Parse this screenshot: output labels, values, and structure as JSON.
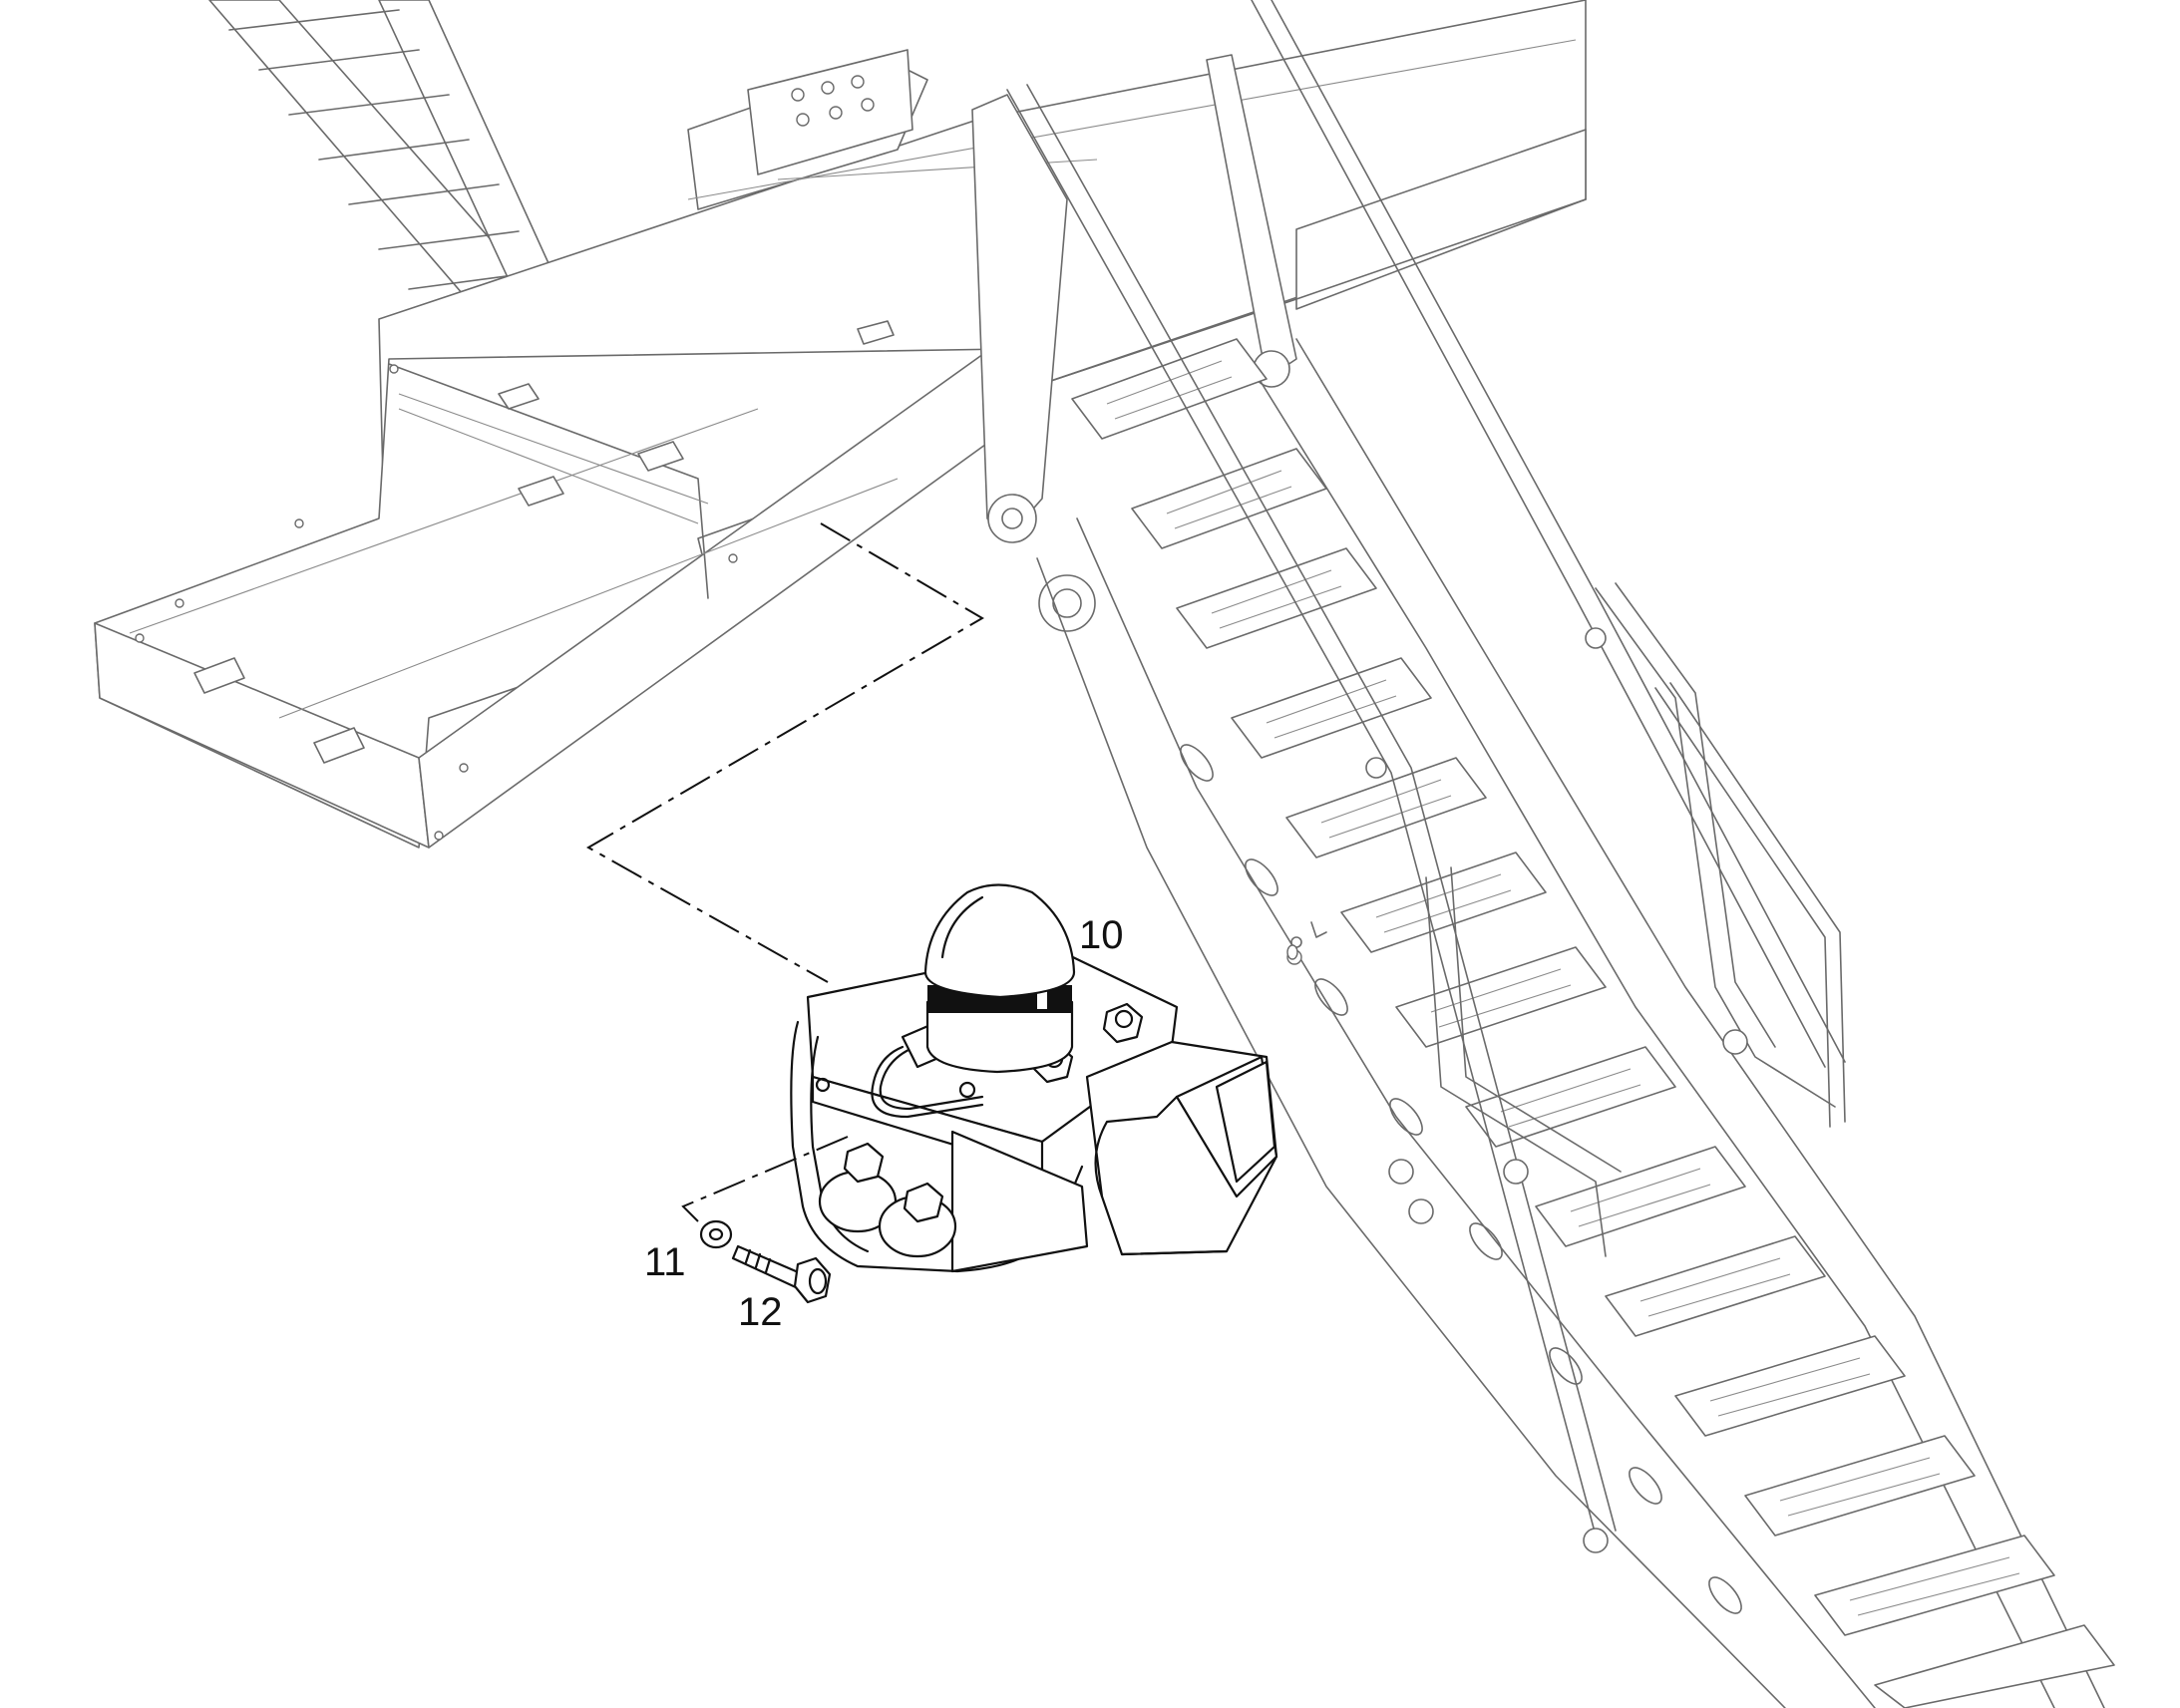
{
  "diagram": {
    "callouts": [
      {
        "id": "warning-beacon",
        "label": "10"
      },
      {
        "id": "washer",
        "label": "11"
      },
      {
        "id": "bolt",
        "label": "12"
      }
    ]
  },
  "colors": {
    "background": "#ffffff",
    "context_line": "#6a6a6a",
    "highlight_line": "#111111"
  }
}
